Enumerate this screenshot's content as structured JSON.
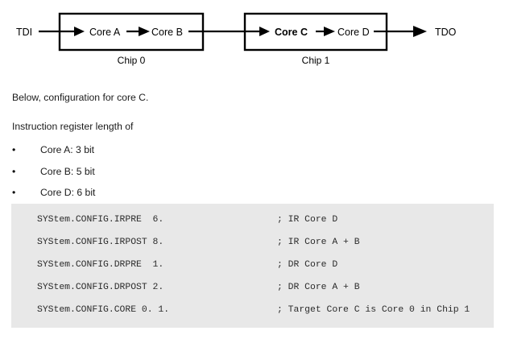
{
  "diagram": {
    "input_label": "TDI",
    "output_label": "TDO",
    "chips": [
      {
        "label": "Chip 0",
        "cores": [
          {
            "name": "Core A",
            "bold": false
          },
          {
            "name": "Core B",
            "bold": false
          }
        ]
      },
      {
        "label": "Chip 1",
        "cores": [
          {
            "name": "Core C",
            "bold": true
          },
          {
            "name": "Core D",
            "bold": false
          }
        ]
      }
    ]
  },
  "body": {
    "intro": "Below, configuration for core C.",
    "ir_heading": "Instruction register length of",
    "bullet_glyph": "•",
    "bullets": [
      "Core A: 3 bit",
      "Core B: 5 bit",
      "Core D: 6 bit"
    ]
  },
  "code": {
    "background": "#e8e8e8",
    "lines": [
      {
        "command": "SYStem.CONFIG.IRPRE  6.",
        "comment": "; IR Core D"
      },
      {
        "command": "SYStem.CONFIG.IRPOST 8.",
        "comment": "; IR Core A + B"
      },
      {
        "command": "SYStem.CONFIG.DRPRE  1.",
        "comment": "; DR Core D"
      },
      {
        "command": "SYStem.CONFIG.DRPOST 2.",
        "comment": "; DR Core A + B"
      },
      {
        "command": "SYStem.CONFIG.CORE 0. 1.",
        "comment": "; Target Core C is Core 0 in Chip 1"
      }
    ]
  }
}
